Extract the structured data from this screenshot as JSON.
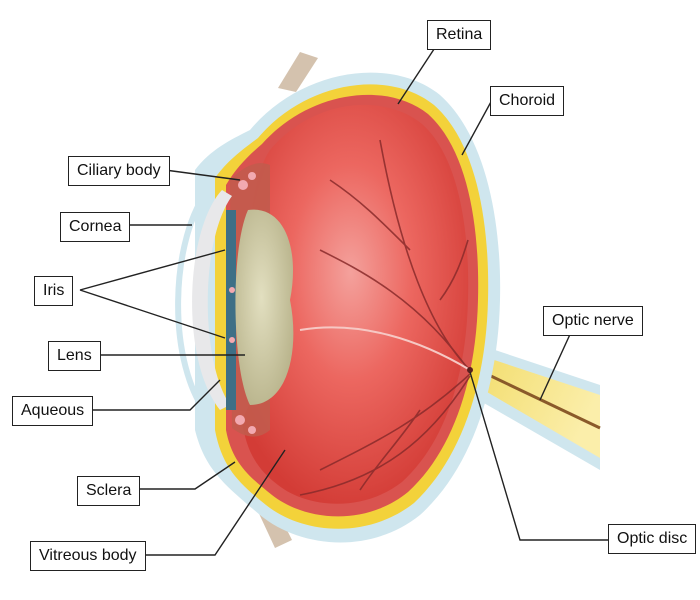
{
  "labels": {
    "retina": "Retina",
    "choroid": "Choroid",
    "ciliary_body": "Ciliary body",
    "cornea": "Cornea",
    "iris": "Iris",
    "lens": "Lens",
    "aqueous": "Aqueous",
    "sclera": "Sclera",
    "vitreous_body": "Vitreous body",
    "optic_nerve": "Optic nerve",
    "optic_disc": "Optic disc"
  },
  "colors": {
    "sclera": "#cfe6ee",
    "choroid": "#f3d23a",
    "retina": "#d9534f",
    "vitreous": "#e8504a",
    "lens": "#c8c4a0",
    "iris": "#3e6f86",
    "cornea": "#e8e8ea",
    "optic_nerve": "#f5e27a",
    "vessels": "#8a2b2b",
    "leader_lines": "#222222"
  }
}
